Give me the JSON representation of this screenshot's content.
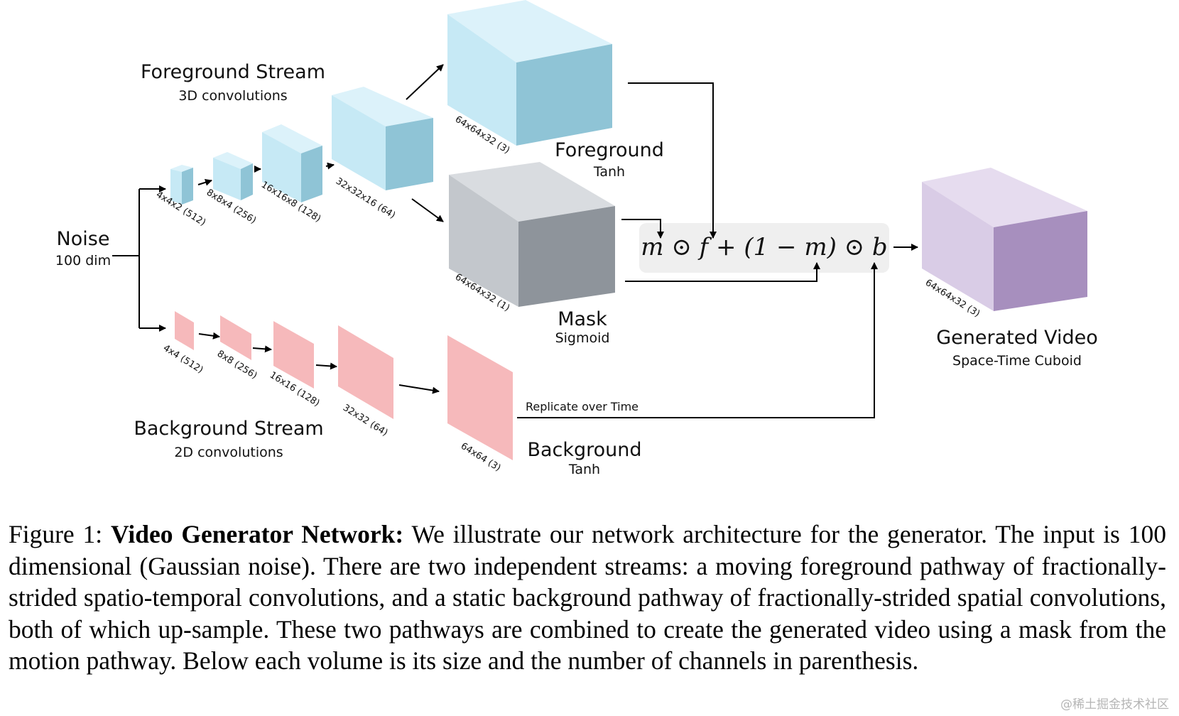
{
  "diagram": {
    "noise": {
      "title": "Noise",
      "subtitle": "100 dim"
    },
    "foreground_stream": {
      "title": "Foreground Stream",
      "subtitle": "3D convolutions"
    },
    "background_stream": {
      "title": "Background Stream",
      "subtitle": "2D convolutions"
    },
    "fg_volumes": [
      "4x4x2 (512)",
      "8x8x4 (256)",
      "16x16x8 (128)",
      "32x32x16 (64)"
    ],
    "bg_planes": [
      "4x4 (512)",
      "8x8 (256)",
      "16x16 (128)",
      "32x32 (64)"
    ],
    "foreground_output": {
      "title": "Foreground",
      "subtitle": "Tanh",
      "size": "64x64x32 (3)"
    },
    "mask_output": {
      "title": "Mask",
      "subtitle": "Sigmoid",
      "size": "64x64x32 (1)"
    },
    "background_output": {
      "title": "Background",
      "subtitle": "Tanh",
      "size": "64x64 (3)"
    },
    "replicate_label": "Replicate over Time",
    "formula": "m ⊙ f + (1 − m) ⊙ b",
    "generated": {
      "title": "Generated Video",
      "subtitle": "Space-Time Cuboid",
      "size": "64x64x32 (3)"
    },
    "colors": {
      "fg_front": "#c6e9f5",
      "fg_side": "#8fc4d6",
      "fg_top": "#dcf2fa",
      "mask_front": "#c3c7cc",
      "mask_side": "#8e949b",
      "mask_top": "#d9dce0",
      "bg_plane": "#f6b9bb",
      "gen_front": "#d9cce6",
      "gen_side": "#a78fbe",
      "gen_top": "#e6dcef",
      "formula_bg": "#efefef"
    }
  },
  "caption": {
    "prefix": "Figure 1: ",
    "bold": "Video Generator Network:",
    "text": " We illustrate our network architecture for the generator. The input is 100 dimensional (Gaussian noise). There are two independent streams: a moving foreground pathway of fractionally-strided spatio-temporal convolutions, and a static background pathway of fractionally-strided spatial convolutions, both of which up-sample. These two pathways are combined to create the generated video using a mask from the motion pathway. Below each volume is its size and the number of channels in parenthesis."
  },
  "watermark": "@稀土掘金技术社区"
}
